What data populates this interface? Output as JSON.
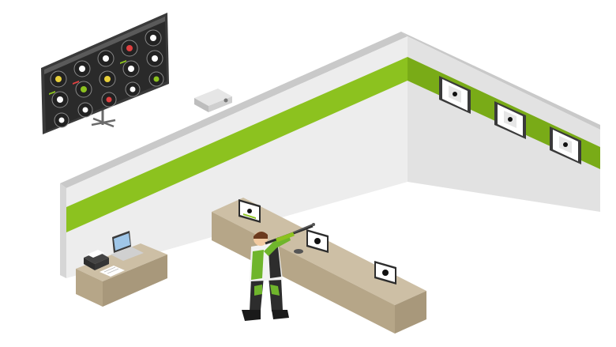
{
  "colors": {
    "background": "#ffffff",
    "wall_face": "#ededed",
    "wall_top": "#c9c9c9",
    "wall_shadow": "#d6d6d6",
    "accent_green": "#8cc21f",
    "accent_green_dark": "#79ab17",
    "counter_top": "#cdbfa5",
    "counter_front": "#b6a688",
    "counter_side": "#a8987b",
    "screen_frame": "#3a3a3a",
    "screen_bg": "#2a2a2a",
    "target_white": "#ffffff",
    "target_black": "#111111",
    "athlete_suit": "#6fb52c",
    "athlete_dark": "#2d2d2d"
  },
  "elements": {
    "scoreboard_targets": 16,
    "wall_targets": 3,
    "counter_monitors": 3
  },
  "icons": {
    "scoreboard": "scoreboard-screen-icon",
    "projector": "projector-icon",
    "laptop": "laptop-icon",
    "printer": "printer-icon",
    "athlete": "shooter-athlete-icon",
    "rifle": "rifle-icon"
  }
}
